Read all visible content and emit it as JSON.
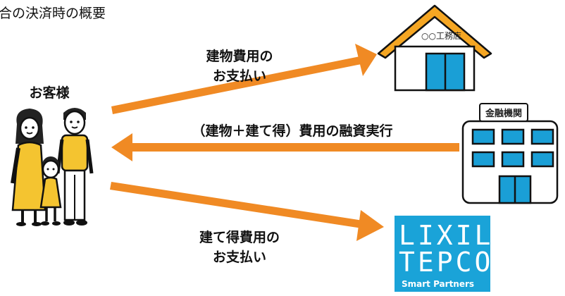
{
  "title": "合の決済時の概要",
  "customer_label": "お客様",
  "builder": {
    "name": "○○工務店"
  },
  "bank": {
    "name": "金融機関"
  },
  "arrows": {
    "building_payment": {
      "line1": "建物費用の",
      "line2": "お支払い"
    },
    "loan": {
      "text": "（建物＋建て得）費用の融資実行"
    },
    "tatetoku_payment": {
      "line1": "建て得費用の",
      "line2": "お支払い"
    }
  },
  "lixil_logo": {
    "line1": "LIXIL",
    "line2": "TEPCO",
    "line3": "Smart Partners"
  },
  "colors": {
    "arrow": "#f08a24",
    "window": "#1a9fd6",
    "roof": "#f5a623",
    "logo": "#1aa3d8",
    "skin": "#f4c430"
  }
}
